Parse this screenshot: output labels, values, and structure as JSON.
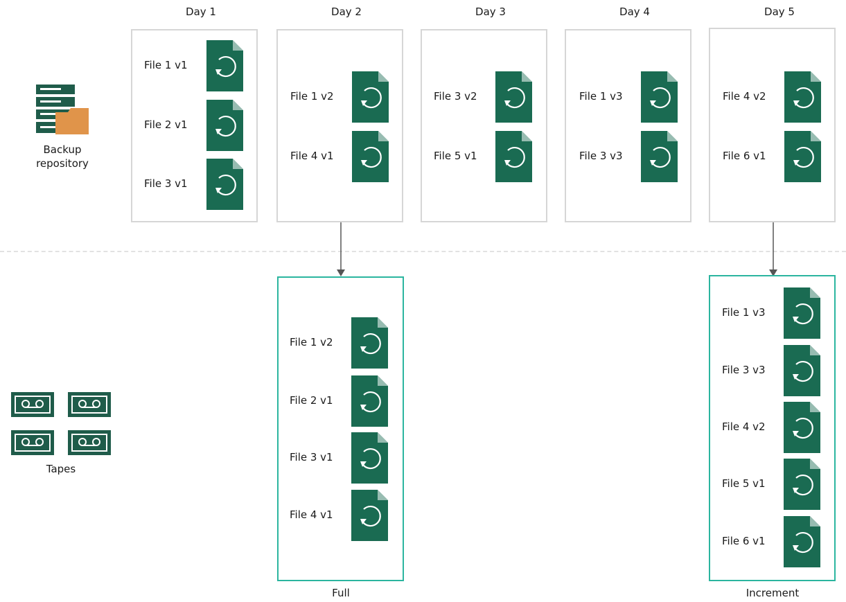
{
  "colors": {
    "file_green": "#1a6b52",
    "repo_dark_green": "#1f5c4a",
    "repo_folder_orange": "#e0944a",
    "tape_border": "#2bb59f",
    "box_border": "#d6d6d6",
    "divider": "#e2e2e2"
  },
  "repository": {
    "label_line1": "Backup",
    "label_line2": "repository",
    "icon": "backup-repository-icon"
  },
  "tapes": {
    "label": "Tapes",
    "icon": "tape-cartridge-icon"
  },
  "days": [
    {
      "label": "Day 1",
      "files": [
        "File 1 v1",
        "File 2 v1",
        "File 3 v1"
      ]
    },
    {
      "label": "Day 2",
      "files": [
        "File 1 v2",
        "File 4 v1"
      ]
    },
    {
      "label": "Day 3",
      "files": [
        "File 3 v2",
        "File 5 v1"
      ]
    },
    {
      "label": "Day 4",
      "files": [
        "File 1 v3",
        "File 3 v3"
      ]
    },
    {
      "label": "Day 5",
      "files": [
        "File 4 v2",
        "File 6 v1"
      ]
    }
  ],
  "tape_sets": {
    "full": {
      "caption": "Full",
      "files": [
        "File 1 v2",
        "File 2 v1",
        "File 3 v1",
        "File 4 v1"
      ]
    },
    "increment": {
      "caption": "Increment",
      "files": [
        "File 1 v3",
        "File 3 v3",
        "File 4 v2",
        "File 5 v1",
        "File 6 v1"
      ]
    }
  }
}
